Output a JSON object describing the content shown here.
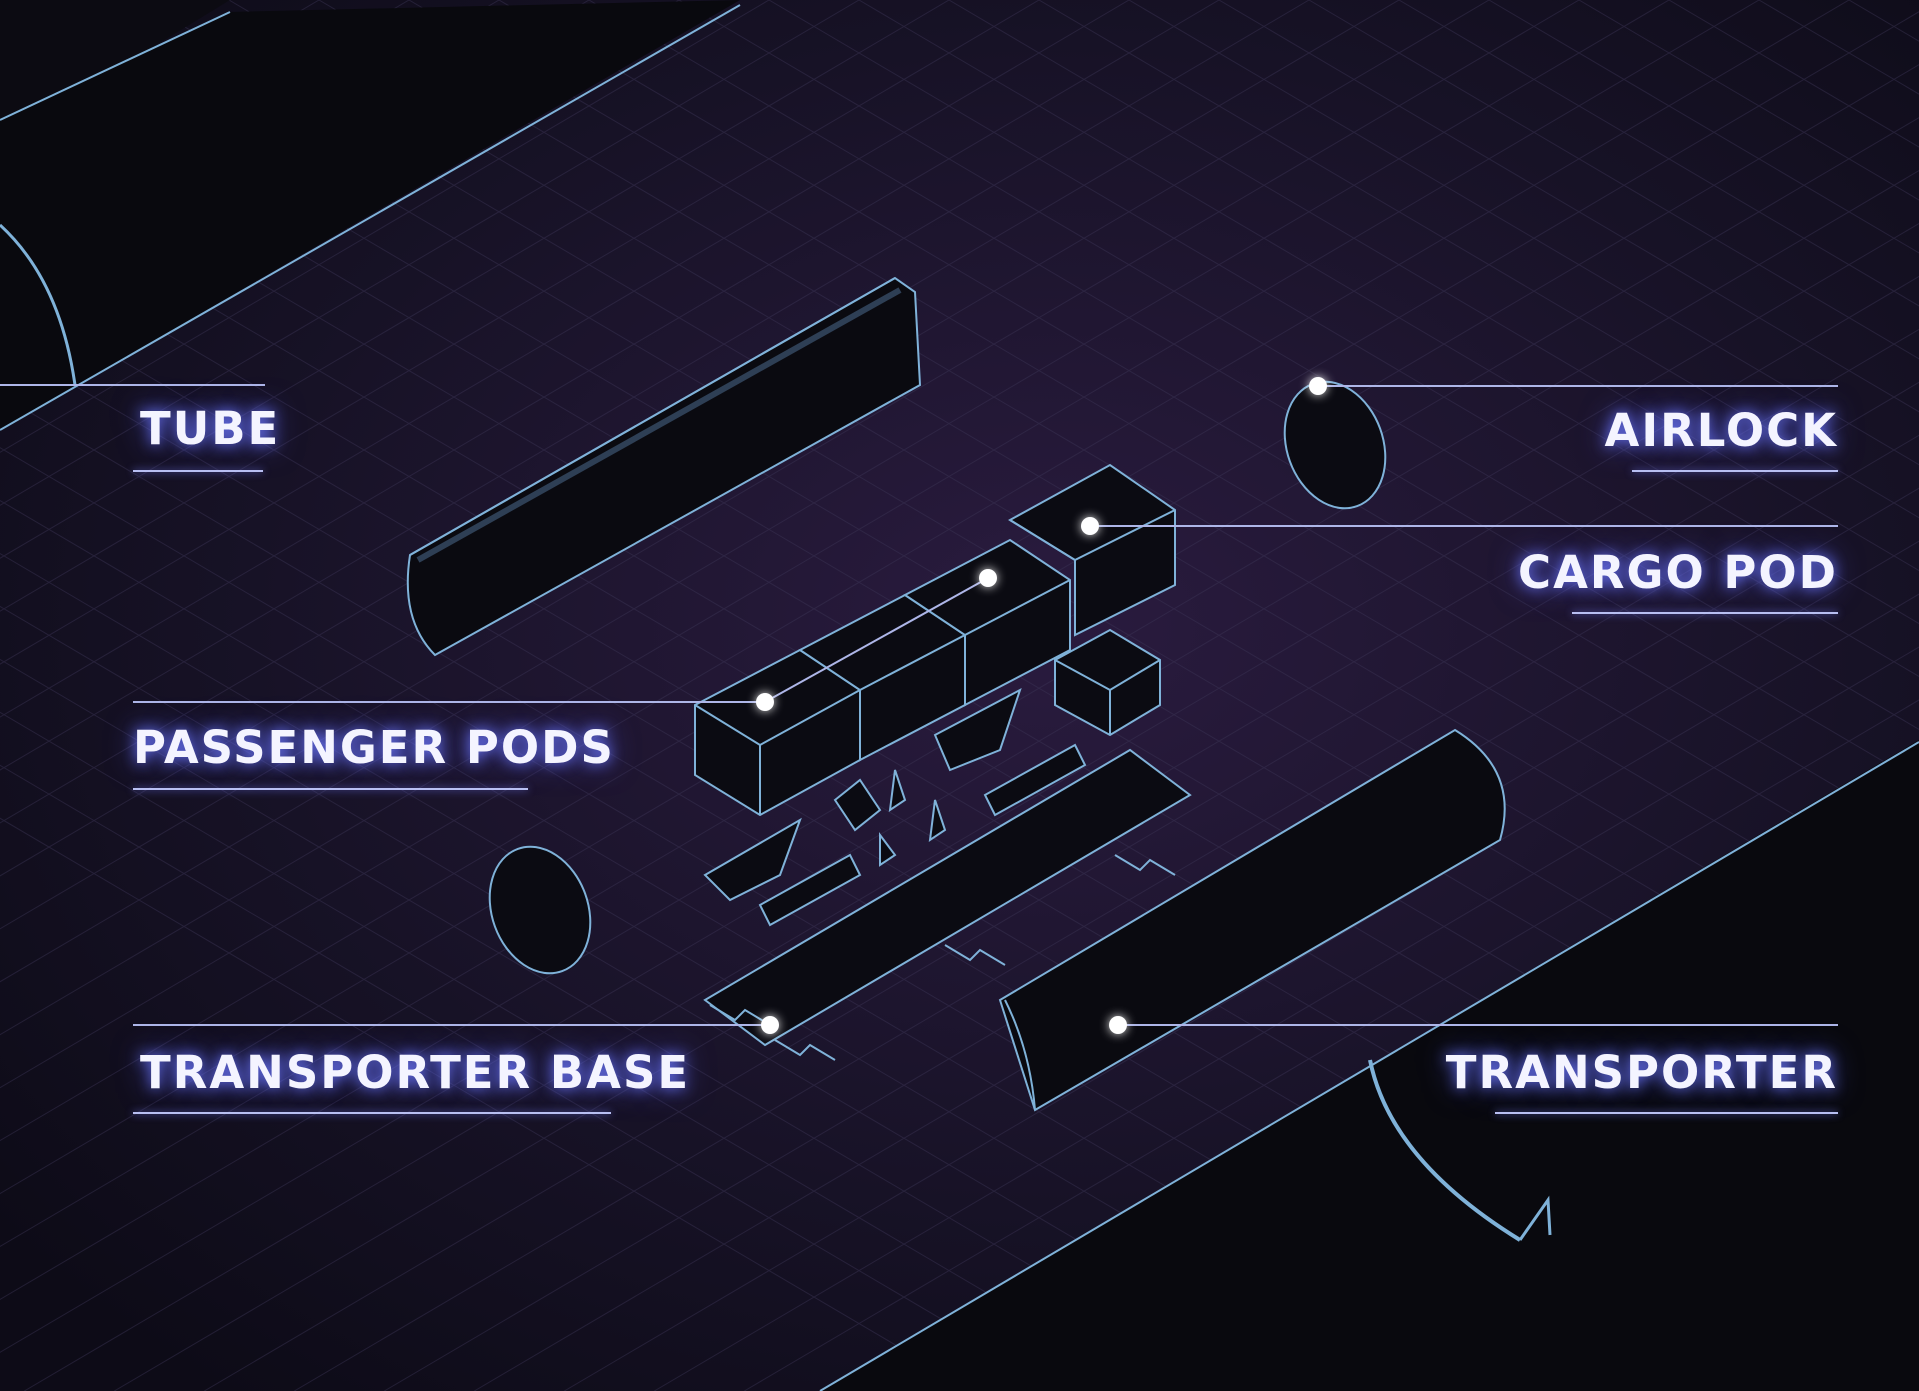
{
  "labels": {
    "tube": "TUBE",
    "airlock": "AIRLOCK",
    "cargo_pod": "CARGO POD",
    "passenger_pods": "PASSENGER PODS",
    "transporter_base": "TRANSPORTER BASE",
    "transporter": "TRANSPORTER"
  },
  "colors": {
    "background": "#120f1f",
    "outline": "#7fb2d9",
    "part_fill": "#0b0b12",
    "label_glow": "#6f78ff",
    "leader_line": "#aeb6e8"
  }
}
